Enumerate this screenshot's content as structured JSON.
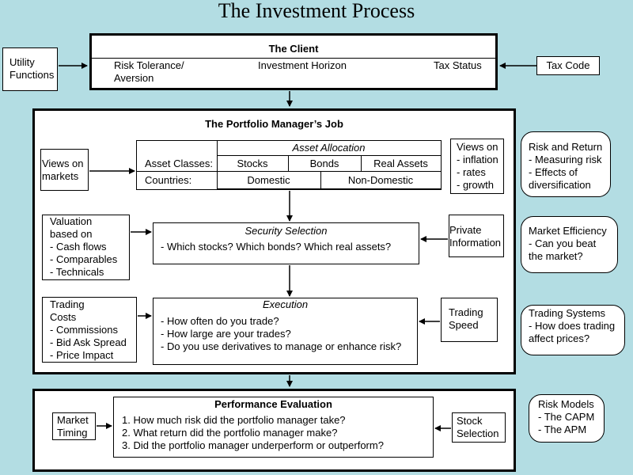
{
  "title": "The Investment Process",
  "client": {
    "heading": "The Client",
    "risk": [
      "Risk Tolerance/",
      "Aversion"
    ],
    "horizon": "Investment Horizon",
    "tax_status": "Tax Status"
  },
  "utility": [
    "Utility",
    "Functions"
  ],
  "tax_code": "Tax Code",
  "pm": {
    "heading": "The Portfolio Manager’s Job",
    "views_markets": [
      "Views on",
      "markets"
    ],
    "asset_allocation": {
      "heading": "Asset Allocation",
      "asset_classes_label": "Asset Classes:",
      "stocks": "Stocks",
      "bonds": "Bonds",
      "real_assets": "Real Assets",
      "countries_label": "Countries:",
      "domestic": "Domestic",
      "non_domestic": "Non-Domestic"
    },
    "views_on": [
      "Views on",
      "- inflation",
      "- rates",
      "- growth"
    ],
    "valuation": [
      "Valuation",
      "based on",
      "- Cash flows",
      "- Comparables",
      "- Technicals"
    ],
    "security_selection": {
      "heading": "Security Selection",
      "text": "- Which stocks? Which bonds? Which real assets?"
    },
    "private_info": [
      "Private",
      "Information"
    ],
    "trading_costs": [
      "Trading",
      "Costs",
      "- Commissions",
      "- Bid Ask Spread",
      "- Price Impact"
    ],
    "execution": {
      "heading": "Execution",
      "lines": [
        "- How often do you trade?",
        "- How large are your trades?",
        "- Do you use derivatives to manage or enhance risk?"
      ]
    },
    "trading_speed": [
      "Trading",
      "Speed"
    ]
  },
  "perf": {
    "heading": "Performance Evaluation",
    "lines": [
      "1. How much risk did the portfolio manager take?",
      "2. What return did the portfolio manager make?",
      "3. Did the portfolio manager underperform or outperform?"
    ],
    "market_timing": [
      "Market",
      "Timing"
    ],
    "stock_selection": [
      "Stock",
      "Selection"
    ]
  },
  "side": {
    "risk_return": [
      "Risk and Return",
      "- Measuring risk",
      "- Effects of",
      "diversification"
    ],
    "market_efficiency": [
      "Market Efficiency",
      "- Can you beat",
      "the market?"
    ],
    "trading_systems": [
      "Trading Systems",
      "- How does trading",
      "affect prices?"
    ],
    "risk_models": [
      "Risk Models",
      "- The CAPM",
      "- The APM"
    ]
  }
}
